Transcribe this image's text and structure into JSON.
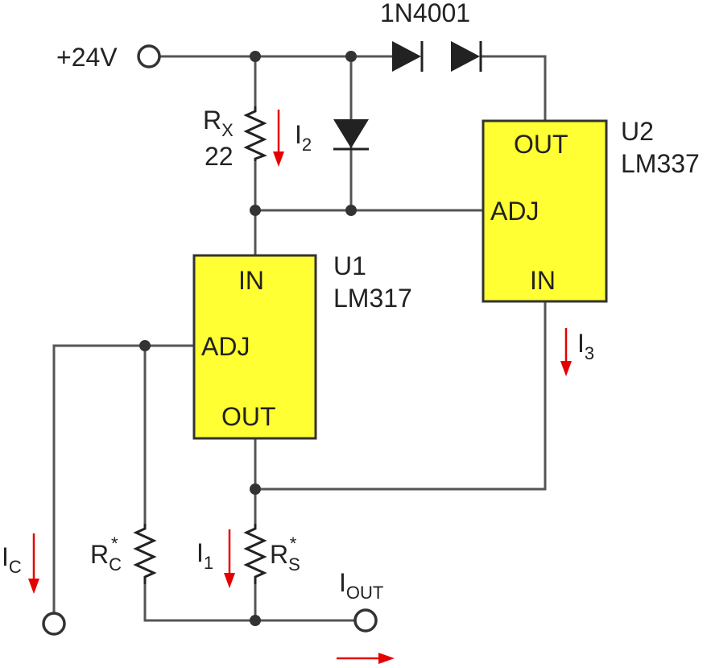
{
  "supply": {
    "label": "+24V"
  },
  "diode_series": {
    "label": "1N4001"
  },
  "rx": {
    "name": "R",
    "sub": "X",
    "value": "22"
  },
  "i2": {
    "name": "I",
    "sub": "2"
  },
  "i1": {
    "name": "I",
    "sub": "1"
  },
  "i3": {
    "name": "I",
    "sub": "3"
  },
  "ic": {
    "name": "I",
    "sub": "C"
  },
  "iout": {
    "name": "I",
    "sub": "OUT"
  },
  "rc": {
    "name": "R",
    "sub": "C",
    "sup": "*"
  },
  "rs": {
    "name": "R",
    "sub": "S",
    "sup": "*"
  },
  "u1": {
    "ref": "U1",
    "part": "LM317",
    "pin_in": "IN",
    "pin_adj": "ADJ",
    "pin_out": "OUT"
  },
  "u2": {
    "ref": "U2",
    "part": "LM337",
    "pin_in": "IN",
    "pin_adj": "ADJ",
    "pin_out": "OUT"
  },
  "colors": {
    "chip_fill": "#ffff33",
    "current_arrow": "#e60000",
    "wire": "#555555"
  }
}
